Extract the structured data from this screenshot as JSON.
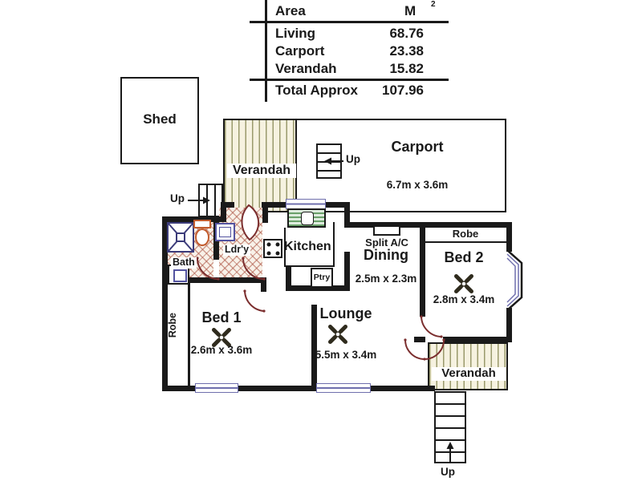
{
  "area_table": {
    "header": {
      "area": "Area",
      "unit": "M",
      "unit_sup": "2"
    },
    "rows": [
      {
        "label": "Living",
        "value": "68.76"
      },
      {
        "label": "Carport",
        "value": "23.38"
      },
      {
        "label": "Verandah",
        "value": "15.82"
      }
    ],
    "total": {
      "label": "Total Approx",
      "value": "107.96"
    }
  },
  "shed": {
    "label": "Shed"
  },
  "verandah_top": {
    "label": "Verandah"
  },
  "carport": {
    "label": "Carport",
    "dims": "6.7m x 3.6m",
    "stairs_up": "Up"
  },
  "entry": {
    "stairs_up": "Up"
  },
  "bath": {
    "label": "Bath"
  },
  "laundry": {
    "label": "Ldr'y"
  },
  "kitchen": {
    "label": "Kitchen",
    "pantry": "Ptry"
  },
  "dining": {
    "label": "Dining",
    "dims": "2.5m x 2.3m",
    "split_ac": "Split A/C"
  },
  "bed2": {
    "label": "Bed 2",
    "dims": "2.8m x 3.4m",
    "robe": "Robe"
  },
  "bed1": {
    "label": "Bed 1",
    "dims": "2.6m x 3.6m",
    "robe": "Robe"
  },
  "lounge": {
    "label": "Lounge",
    "dims": "5.5m x 3.4m"
  },
  "verandah_rear": {
    "label": "Verandah",
    "stairs_up": "Up"
  },
  "colors": {
    "wall": "#1a1a1a",
    "door_arc": "#7b2e2e",
    "window": "#6f6fad",
    "hatch_stripe": "#9a9a6c",
    "lattice": "#ad5544",
    "fixture_blue": "#5353a0",
    "toilet_orange": "#c25c2e",
    "sink_green": "#69a069",
    "fan": "#2f2b1d"
  }
}
